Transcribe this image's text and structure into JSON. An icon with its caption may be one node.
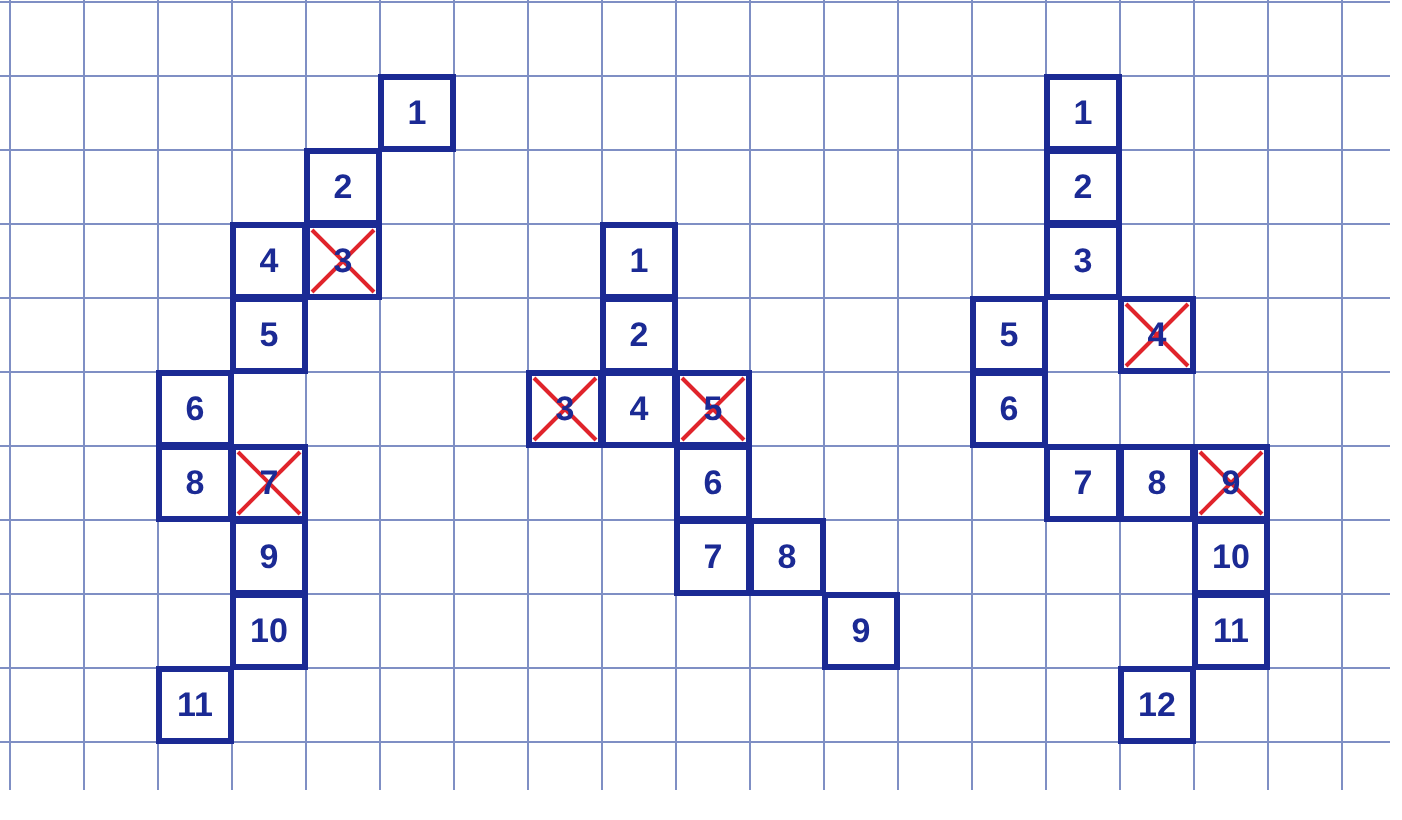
{
  "diagram": {
    "nodes": [
      {
        "text": [
          "1"
        ]
      },
      {
        "text": [
          "2"
        ]
      },
      {
        "text": [
          "3"
        ]
      },
      {
        "text": [
          "4"
        ]
      },
      {
        "text": [
          "5"
        ]
      },
      {
        "text": [
          "6"
        ]
      },
      {
        "text": [
          "8"
        ]
      },
      {
        "text": [
          "7"
        ]
      },
      {
        "text": [
          "9"
        ]
      },
      {
        "text": [
          "10"
        ]
      },
      {
        "text": [
          "11"
        ]
      },
      {
        "text": [
          "1"
        ]
      },
      {
        "text": [
          "2"
        ]
      },
      {
        "text": [
          "3"
        ]
      },
      {
        "text": [
          "4"
        ]
      },
      {
        "text": [
          "5"
        ]
      },
      {
        "text": [
          "6"
        ]
      },
      {
        "text": [
          "7"
        ]
      },
      {
        "text": [
          "8"
        ]
      },
      {
        "text": [
          "9"
        ]
      },
      {
        "text": [
          "1"
        ]
      },
      {
        "text": [
          "2"
        ]
      },
      {
        "text": [
          "3"
        ]
      },
      {
        "text": [
          "5"
        ]
      },
      {
        "text": [
          "4"
        ]
      },
      {
        "text": [
          "6"
        ]
      },
      {
        "text": [
          "7"
        ]
      },
      {
        "text": [
          "8"
        ]
      },
      {
        "text": [
          "9"
        ]
      },
      {
        "text": [
          "10"
        ]
      },
      {
        "text": [
          "11"
        ]
      },
      {
        "text": [
          "12"
        ]
      }
    ]
  }
}
